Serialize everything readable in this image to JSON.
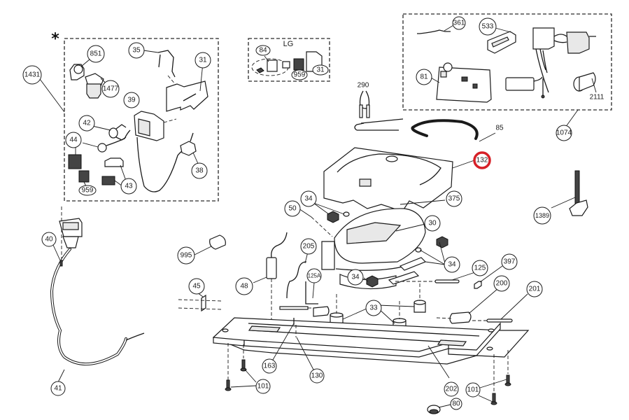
{
  "diagram": {
    "type": "exploded-parts-diagram",
    "highlight_color": "#d62027",
    "highlighted_part": "132",
    "kit_groups": [
      {
        "name": "control-kit-1431",
        "marker": "*",
        "label": "1431",
        "parts": [
          "851",
          "1477",
          "35",
          "31",
          "39",
          "42",
          "44",
          "38",
          "43",
          "959"
        ]
      },
      {
        "name": "lg-kit",
        "label": "LG",
        "parts": [
          "84",
          "959",
          "31"
        ]
      },
      {
        "name": "electronics-kit-1074",
        "label": "1074",
        "parts": [
          "361",
          "533",
          "81",
          "2111"
        ]
      }
    ],
    "callouts": [
      {
        "id": "c-1431",
        "label": "1431"
      },
      {
        "id": "c-851",
        "label": "851"
      },
      {
        "id": "c-1477",
        "label": "1477"
      },
      {
        "id": "c-35",
        "label": "35"
      },
      {
        "id": "c-31a",
        "label": "31"
      },
      {
        "id": "c-39",
        "label": "39"
      },
      {
        "id": "c-42",
        "label": "42"
      },
      {
        "id": "c-44",
        "label": "44"
      },
      {
        "id": "c-38",
        "label": "38"
      },
      {
        "id": "c-43",
        "label": "43"
      },
      {
        "id": "c-959a",
        "label": "959"
      },
      {
        "id": "c-84",
        "label": "84"
      },
      {
        "id": "c-959b",
        "label": "959"
      },
      {
        "id": "c-31b",
        "label": "31"
      },
      {
        "id": "c-361",
        "label": "361"
      },
      {
        "id": "c-533",
        "label": "533"
      },
      {
        "id": "c-81",
        "label": "81"
      },
      {
        "id": "c-1074",
        "label": "1074"
      },
      {
        "id": "c-132",
        "label": "132"
      },
      {
        "id": "c-375",
        "label": "375"
      },
      {
        "id": "c-30",
        "label": "30"
      },
      {
        "id": "c-34a",
        "label": "34"
      },
      {
        "id": "c-34b",
        "label": "34"
      },
      {
        "id": "c-34c",
        "label": "34"
      },
      {
        "id": "c-50",
        "label": "50"
      },
      {
        "id": "c-995",
        "label": "995"
      },
      {
        "id": "c-205",
        "label": "205"
      },
      {
        "id": "c-125A",
        "label": "125A"
      },
      {
        "id": "c-48",
        "label": "48"
      },
      {
        "id": "c-45",
        "label": "45"
      },
      {
        "id": "c-33",
        "label": "33"
      },
      {
        "id": "c-125",
        "label": "125"
      },
      {
        "id": "c-397",
        "label": "397"
      },
      {
        "id": "c-200",
        "label": "200"
      },
      {
        "id": "c-201",
        "label": "201"
      },
      {
        "id": "c-1389",
        "label": "1389"
      },
      {
        "id": "c-40",
        "label": "40"
      },
      {
        "id": "c-41",
        "label": "41"
      },
      {
        "id": "c-163",
        "label": "163"
      },
      {
        "id": "c-130",
        "label": "130"
      },
      {
        "id": "c-101a",
        "label": "101"
      },
      {
        "id": "c-202",
        "label": "202"
      },
      {
        "id": "c-101b",
        "label": "101"
      },
      {
        "id": "c-80",
        "label": "80"
      }
    ],
    "plain_labels": [
      {
        "id": "t-290",
        "label": "290"
      },
      {
        "id": "t-85",
        "label": "85"
      },
      {
        "id": "t-2111",
        "label": "2111"
      },
      {
        "id": "t-LG",
        "label": "LG"
      },
      {
        "id": "t-star",
        "label": "*"
      }
    ]
  }
}
